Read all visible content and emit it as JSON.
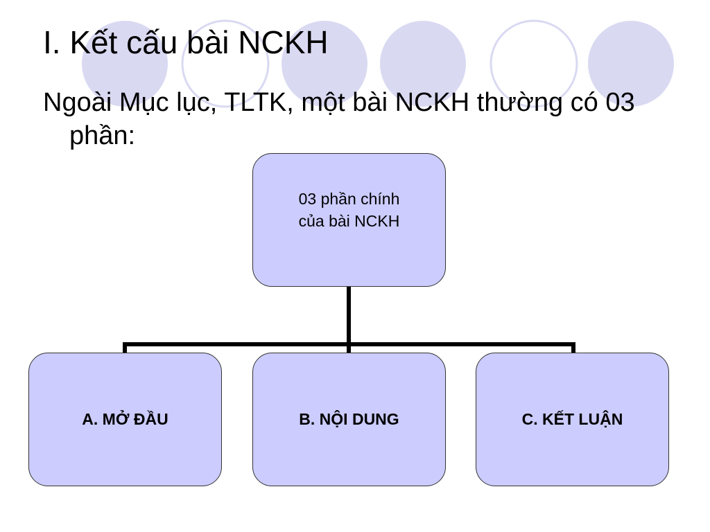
{
  "slide": {
    "title": "I. Kết cấu bài NCKH",
    "subtitle": "Ngoài Mục lục, TLTK, một bài NCKH thường có 03 phần:"
  },
  "diagram": {
    "root": {
      "line1": "03 phần chính",
      "line2": "của bài NCKH"
    },
    "children": [
      {
        "label": "A. MỞ ĐẦU"
      },
      {
        "label": "B. NỘI DUNG"
      },
      {
        "label": "C. KẾT LUẬN"
      }
    ]
  },
  "theme": {
    "node_fill": "#ccccff",
    "node_border": "#333333",
    "circle_fill": "#d9d9f2",
    "connector_color": "#000000"
  }
}
